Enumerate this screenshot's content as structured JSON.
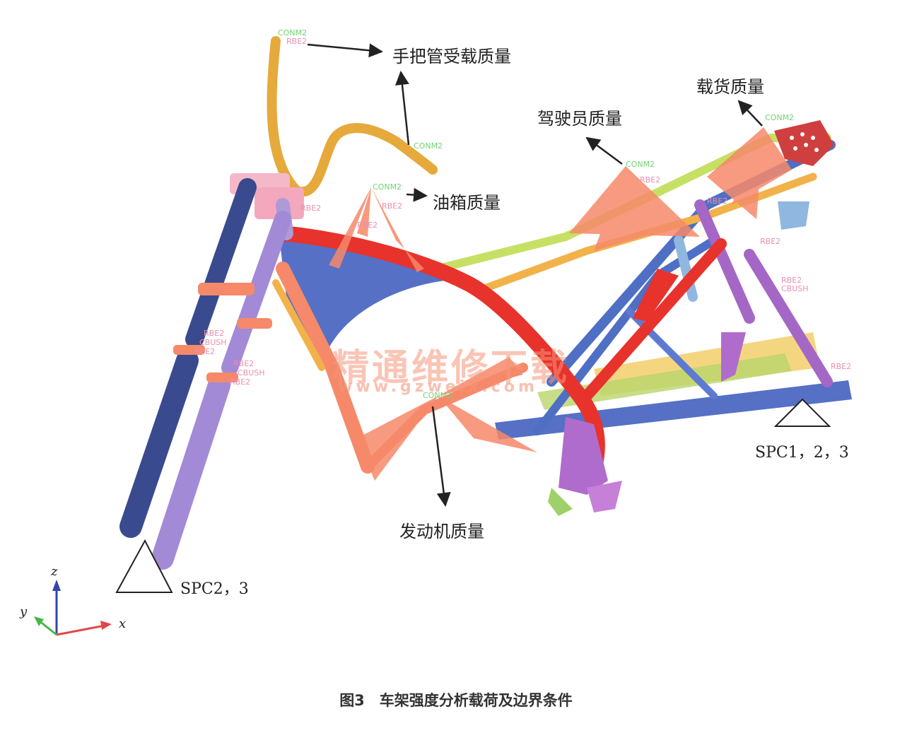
{
  "labels": {
    "handlebar": "手把管受载质量",
    "rider": "驾驶员质量",
    "cargo": "载货质量",
    "tank": "油箱质量",
    "engine": "发动机质量",
    "spc_rear": "SPC1，2，3",
    "spc_front": "SPC2，3"
  },
  "tags": {
    "conm2": "CONM2",
    "rbe2": "RBE2",
    "cbush": "CBUSH"
  },
  "axes": {
    "x": "x",
    "y": "y",
    "z": "z"
  },
  "watermark": {
    "title": "精通维修下载",
    "url": "www.gzweix.com"
  },
  "caption": "图3　车架强度分析载荷及边界条件",
  "colors": {
    "main_red": "#e8322c",
    "salmon": "#f6896a",
    "blue": "#4e6fc4",
    "navy": "#3a4a8e",
    "purple": "#a28ad6",
    "orange": "#f2b24a",
    "yellow_green": "#c6e064",
    "pink": "#f4b8c8"
  }
}
